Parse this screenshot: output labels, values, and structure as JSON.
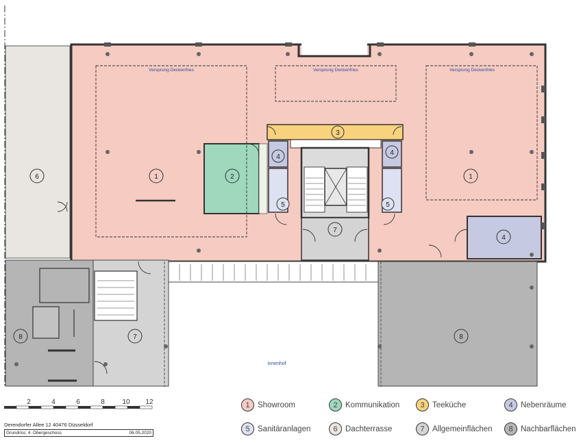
{
  "plan": {
    "courtyard_label": "Innenhof",
    "projection_label": "Versprung Deckenfries",
    "room_numbers": {
      "showroom_left": "1",
      "showroom_right": "1",
      "kommunikation": "2",
      "teekueche": "3",
      "neben_left": "4",
      "neben_right": "4",
      "neben_bottom": "4",
      "sanitaer_left": "5",
      "sanitaer_right": "5",
      "dachterrasse": "6",
      "allgemein_core": "7",
      "allgemein_left": "7",
      "nachbar_left": "8",
      "nachbar_right": "8"
    }
  },
  "scale": {
    "ticks": [
      "2",
      "4",
      "6",
      "8",
      "10",
      "12"
    ]
  },
  "titleblock": {
    "address": "Derendorfer Allee 12   40476 Düsseldorf",
    "sheet": "Grundriss: 4. Obergeschoss",
    "date": "06.05.2020"
  },
  "legend": [
    {
      "num": "1",
      "label": "Showroom",
      "color": "#f6cbc2"
    },
    {
      "num": "2",
      "label": "Kommunikation",
      "color": "#9fd8bd"
    },
    {
      "num": "3",
      "label": "Teeküche",
      "color": "#f9d27e"
    },
    {
      "num": "4",
      "label": "Nebenräume",
      "color": "#c6c9e2"
    },
    {
      "num": "5",
      "label": "Sanitäranlagen",
      "color": "#dde1f1"
    },
    {
      "num": "6",
      "label": "Dachterrasse",
      "color": "#e9e6e1"
    },
    {
      "num": "7",
      "label": "Allgemeinflächen",
      "color": "#d4d4d4"
    },
    {
      "num": "8",
      "label": "Nachbarflächen",
      "color": "#b5b5b5"
    }
  ]
}
